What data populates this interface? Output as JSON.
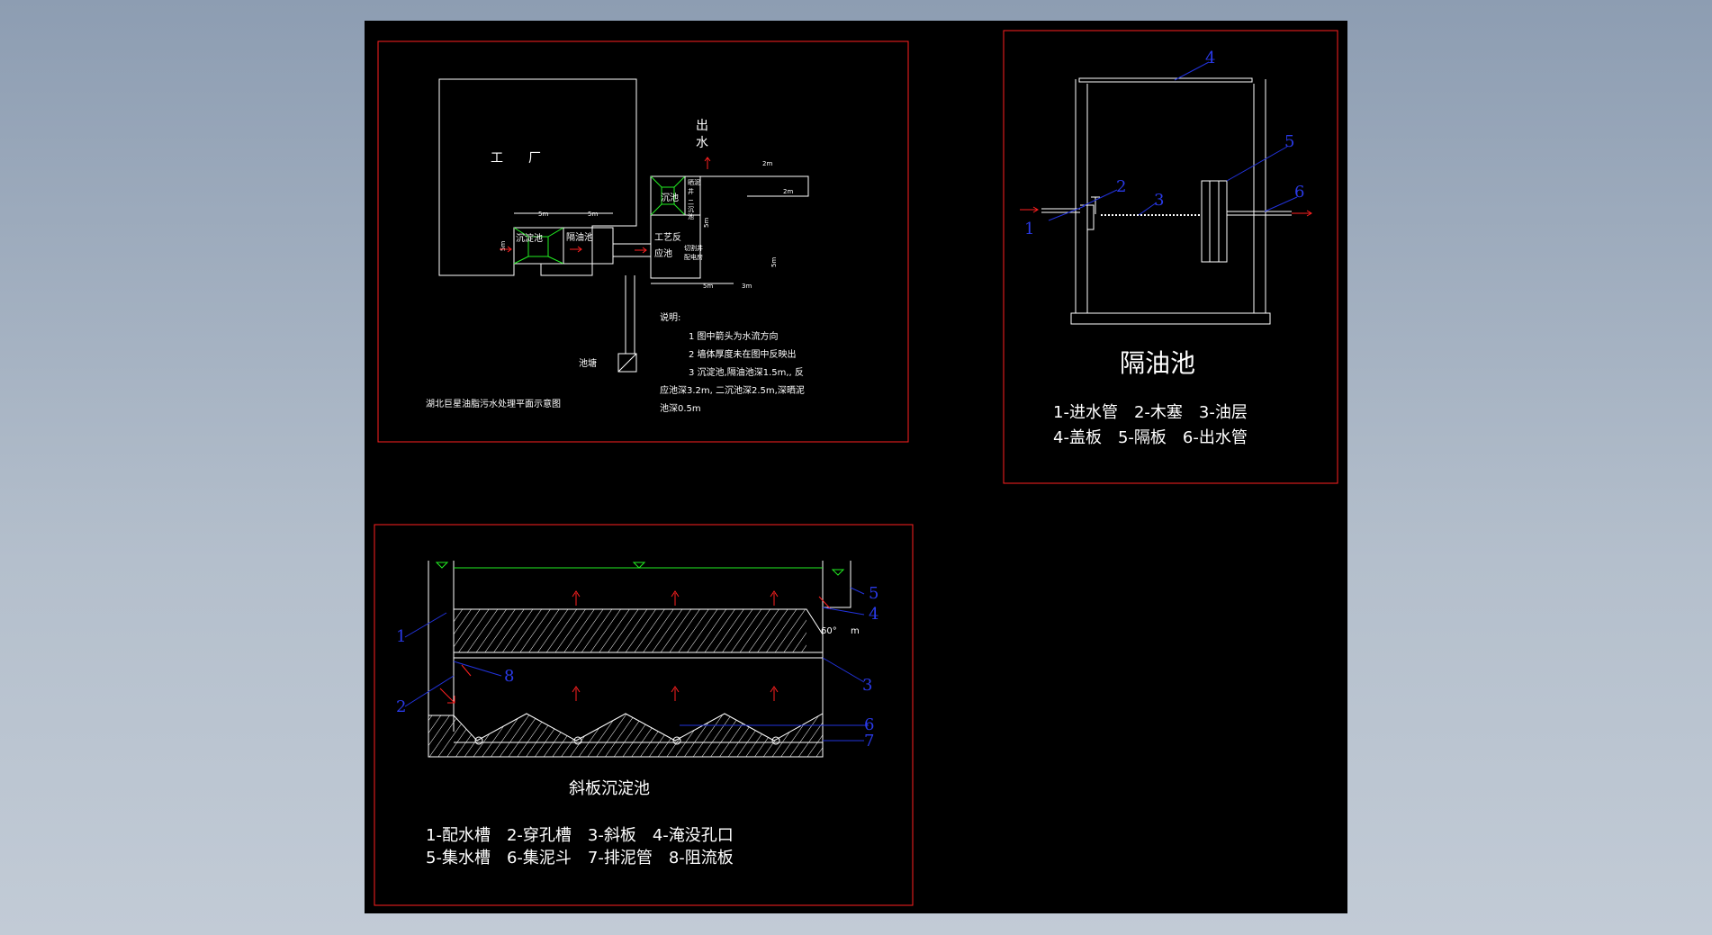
{
  "plan": {
    "factory": "工　　厂",
    "outlet_char1": "出",
    "outlet_char2": "水",
    "sedimentation": "沉淀池",
    "oil_separator": "隔油池",
    "settling2": "沉池",
    "process_line1": "工艺反",
    "process_line2": "应池",
    "pond": "池塘",
    "caption": "湖北巨星油脂污水处理平面示意图",
    "dims": {
      "d5a": "5m",
      "d5b": "5m",
      "d2a": "2m",
      "d2b": "2m",
      "d5c": "5m",
      "d3": "3m",
      "d5v1": "5m",
      "d5v2": "5m",
      "d5v3": "5m"
    },
    "small_labels": {
      "a1": "晒泥",
      "a2": "井",
      "b1": "二",
      "b2": "沉",
      "b3": "池",
      "c1": "切割井",
      "c2": "配电房"
    },
    "notes": [
      "说明:",
      "1 图中箭头为水流方向",
      "2 墙体厚度未在图中反映出",
      "3 沉淀池,隔油池深1.5m,, 反",
      "应池深3.2m, 二沉池深2.5m,深晒泥",
      "池深0.5m"
    ]
  },
  "oil_tank": {
    "title": "隔油池",
    "callouts": [
      "1",
      "2",
      "3",
      "4",
      "5",
      "6"
    ],
    "legend_line1": "1-进水管　2-木塞　3-油层",
    "legend_line2": "4-盖板　5-隔板　6-出水管"
  },
  "inclined": {
    "title": "斜板沉淀池",
    "angle": "60°",
    "angle_suffix": "m",
    "callouts": [
      "1",
      "2",
      "3",
      "4",
      "5",
      "6",
      "7",
      "8"
    ],
    "legend_line1": "1-配水槽　2-穿孔槽　3-斜板　4-淹没孔口",
    "legend_line2": "5-集水槽　6-集泥斗　7-排泥管　8-阻流板"
  },
  "colors": {
    "frame": "#ff2020",
    "line": "#ffffff",
    "callout": "#2233dd",
    "water": "#22ee22",
    "arrow": "#ff2020"
  }
}
